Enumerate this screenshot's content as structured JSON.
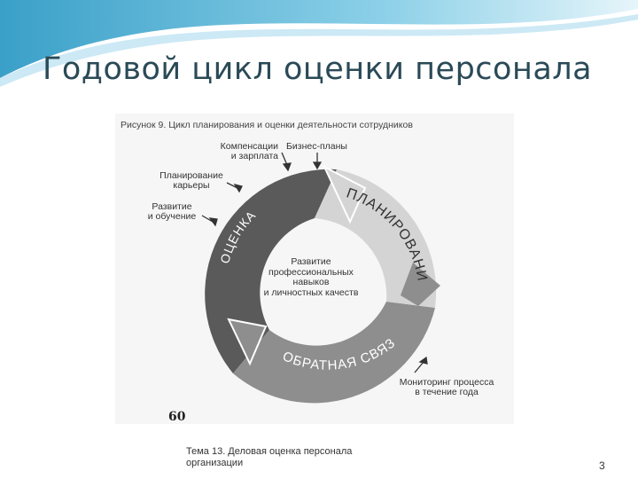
{
  "slide": {
    "title": "Годовой цикл оценки персонала",
    "footer_line1": "Тема 13. Деловая оценка персонала",
    "footer_line2": "организации",
    "page_number": "3"
  },
  "figure": {
    "caption": "Рисунок 9. Цикл планирования и оценки деятельности сотрудников",
    "page_label": "60",
    "arc_labels": {
      "planning": "ПЛАНИРОВАНИЕ",
      "assessment": "ОЦЕНКА",
      "feedback": "ОБРАТНАЯ СВЯЗЬ"
    },
    "center_lines": [
      "Развитие",
      "профессиональных",
      "навыков",
      "и личностных качеств"
    ],
    "outer_labels": {
      "business_plans": "Бизнес-планы",
      "compensation": [
        "Компенсации",
        "и зарплата"
      ],
      "career": [
        "Планирование",
        "карьеры"
      ],
      "development": [
        "Развитие",
        "и обучение"
      ],
      "monitoring": [
        "Мониторинг процесса",
        "в течение года"
      ]
    }
  },
  "colors": {
    "title": "#2a4a57",
    "swoosh_dark": "#3aa0c8",
    "swoosh_light": "#bfe4f2",
    "ring_dark": "#5a5a5a",
    "ring_light": "#d2d2d2"
  }
}
